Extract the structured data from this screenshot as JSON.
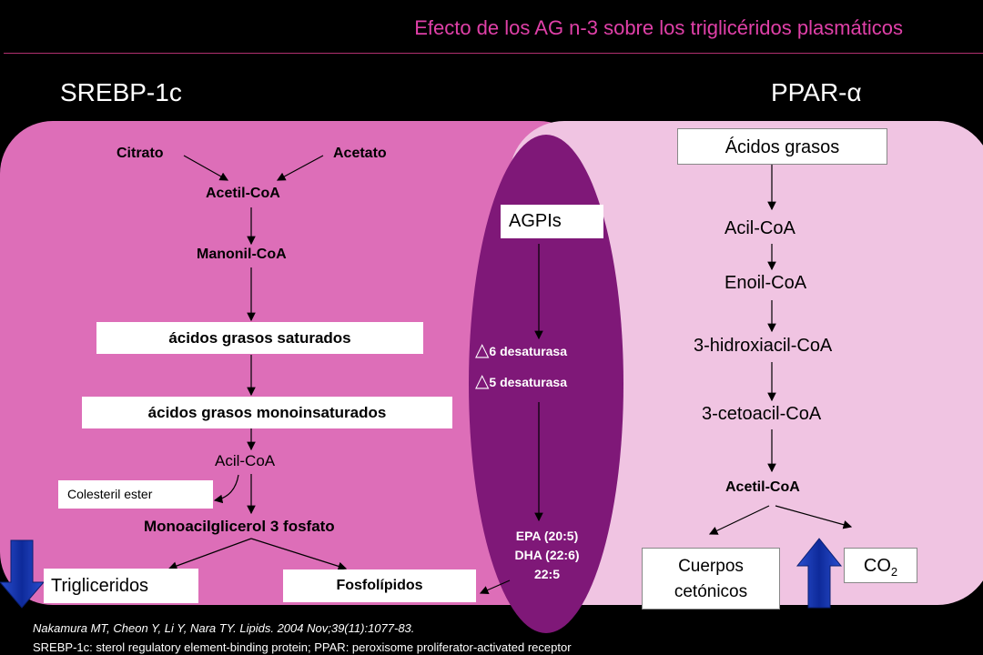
{
  "header": {
    "title": "Efecto de los AG n-3 sobre los triglicéridos plasmáticos"
  },
  "left": {
    "heading": "SREBP-1c",
    "citrato": "Citrato",
    "acetato": "Acetato",
    "acetil_coa": "Acetil-CoA",
    "manonil_coa": "Manonil-CoA",
    "saturados": "ácidos grasos saturados",
    "monoinsaturados": "ácidos grasos monoinsaturados",
    "acil_coa": "Acil-CoA",
    "colesteril": "Colesteril ester",
    "monoacil": "Monoacilglicerol 3 fosfato",
    "trigliceridos": "Trigliceridos",
    "fosfolipidos": "Fosfolípidos"
  },
  "middle": {
    "agpis": "AGPIs",
    "delta_symbol": "△",
    "desat6": "6 desaturasa",
    "desat5": "5 desaturasa",
    "epa": "EPA (20:5)",
    "dha": "DHA (22:6)",
    "other": "22:5"
  },
  "right": {
    "heading_prefix": "PPAR-",
    "heading_symbol": "α",
    "acidos_grasos": "Ácidos grasos",
    "acil_coa": "Acil-CoA",
    "enoil_coa": "Enoil-CoA",
    "hidroxiacil": "3-hidroxiacil-CoA",
    "cetoacil": "3-cetoacil-CoA",
    "acetil_coa": "Acetil-CoA",
    "cuerpos_line1": "Cuerpos",
    "cuerpos_line2": "cetónicos",
    "co2_base": "CO",
    "co2_sub": "2"
  },
  "footer": {
    "citation": "Nakamura MT, Cheon Y, Li Y, Nara TY. Lipids. 2004 Nov;39(11):1077-83.",
    "abbrev": "SREBP-1c: sterol regulatory element-binding protein; PPAR: peroxisome proliferator-activated receptor"
  },
  "colors": {
    "title": "#e040a8",
    "left_panel": "#dd6eb8",
    "right_panel": "#f0c4e2",
    "oval": "#7f1878",
    "blue_arrow": "#1a3fb0"
  }
}
